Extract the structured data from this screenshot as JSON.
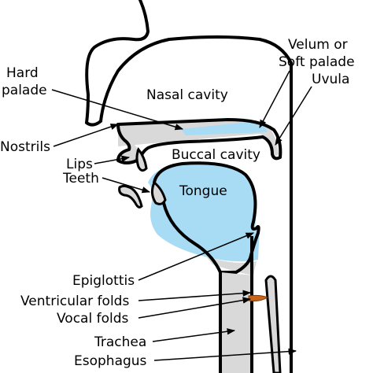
{
  "colors": {
    "outline": "#000000",
    "soft_tissue": "#d9d9d9",
    "cavity_fill": "#a8dcf5",
    "vocal_folds": "#c8651b",
    "background": "#ffffff"
  },
  "labels": {
    "hard_palate_line1": "Hard",
    "hard_palate_line2": "palade",
    "nasal_cavity": "Nasal cavity",
    "velum_line1": "Velum or",
    "velum_line2": "Soft palade",
    "uvula": "Uvula",
    "nostrils": "Nostrils",
    "buccal_cavity": "Buccal cavity",
    "lips": "Lips",
    "teeth": "Teeth",
    "tongue": "Tongue",
    "epiglottis": "Epiglottis",
    "ventricular_folds": "Ventricular folds",
    "vocal_folds": "Vocal folds",
    "trachea": "Trachea",
    "esophagus": "Esophagus"
  }
}
